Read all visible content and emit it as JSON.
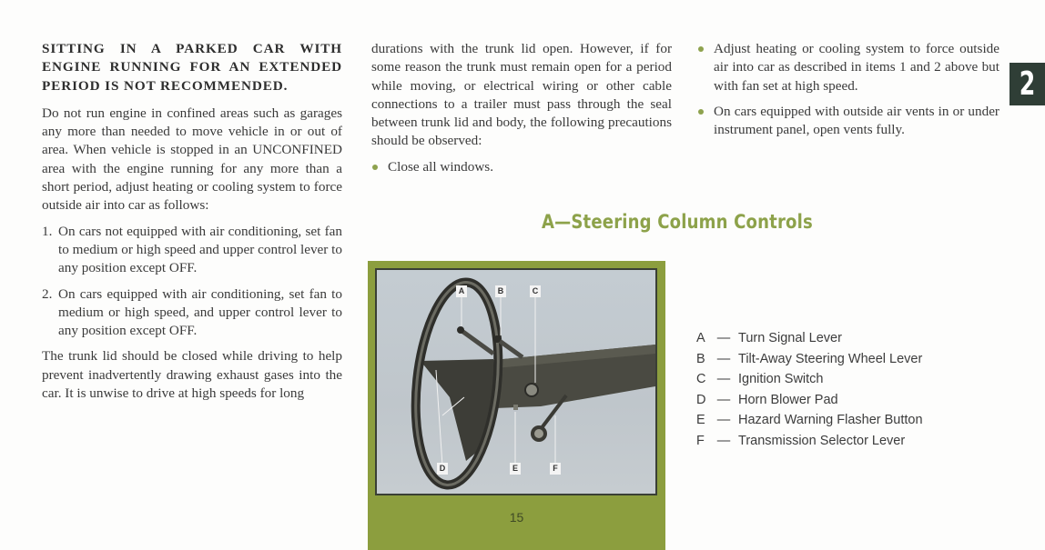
{
  "column1": {
    "warning": "SITTING IN A PARKED CAR WITH ENGINE RUNNING FOR AN EXTENDED PERIOD IS NOT RECOMMENDED.",
    "intro": "Do not run engine in confined areas such as garages any more than needed to move vehicle in or out of area. When vehicle is stopped in an UNCONFINED area with the engine running for any more than a short period, adjust heating or cooling system to force outside air into car as follows:",
    "items": [
      {
        "num": "1.",
        "text": "On cars not equipped with air conditioning, set fan to medium or high speed and upper control lever to any position except OFF."
      },
      {
        "num": "2.",
        "text": "On cars equipped with air conditioning, set fan to medium or high speed, and upper control lever to any position except OFF."
      }
    ],
    "trunk": "The trunk lid should be closed while driving to help prevent inadvertently drawing exhaust gases into the car. It is unwise to drive at high speeds for long"
  },
  "column2": {
    "continuation": "durations with the trunk lid open. However, if for some reason the trunk must remain open for a period while moving, or electrical wiring or other cable connections to a trailer must pass through the seal between trunk lid and body, the following precautions should be observed:",
    "bullets": [
      "Close all windows."
    ]
  },
  "column3": {
    "bullets": [
      "Adjust heating or cooling system to force outside air into car as described in items 1 and 2 above but with fan set at high speed.",
      "On cars equipped with outside air vents in or under instrument panel, open vents fully."
    ]
  },
  "chapter_badge": "2",
  "section": {
    "heading": "A—Steering Column Controls"
  },
  "figure": {
    "labels": [
      "A",
      "B",
      "C",
      "D",
      "E",
      "F"
    ],
    "page_number": "15"
  },
  "legend": [
    {
      "key": "A",
      "dash": "—",
      "label": "Turn Signal Lever"
    },
    {
      "key": "B",
      "dash": "—",
      "label": "Tilt-Away Steering Wheel Lever"
    },
    {
      "key": "C",
      "dash": "—",
      "label": "Ignition Switch"
    },
    {
      "key": "D",
      "dash": "—",
      "label": "Horn Blower Pad"
    },
    {
      "key": "E",
      "dash": "—",
      "label": "Hazard Warning Flasher Button"
    },
    {
      "key": "F",
      "dash": "—",
      "label": "Transmission Selector Lever"
    }
  ],
  "colors": {
    "accent_green": "#8da24a",
    "panel_green": "#8c9e3e",
    "badge_bg": "#2f3e36",
    "text": "#3a3a3a"
  }
}
